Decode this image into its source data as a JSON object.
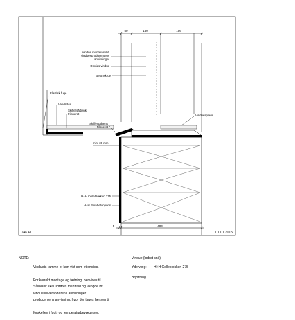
{
  "dimensions_top": [
    "50",
    "150",
    "156"
  ],
  "dimensions_bottom": [
    "5",
    "400"
  ],
  "labels": {
    "window_mounting": [
      "Vindue monteres iht.",
      "vindues­producentens",
      "anvisninger"
    ],
    "window_outline": "Omrids vindue",
    "concrete_screw": "Betonskrue",
    "elastic_joint": "Elastisk fuge",
    "drip_edge": "Vandnäse",
    "slate_felt_left": [
      "Skifferså­lbenk",
      "Filsseret"
    ],
    "window_sill": "Vindues­plade",
    "slate_felt_mid": [
      "Skifferså­lbenk",
      "Filsseret"
    ],
    "min_30": "min. 30 mm",
    "celblock": "H+H Celleblokken 275",
    "porebeton": "H+H Porebetonpuds"
  },
  "corner_left": "J4KA1",
  "corner_right": "01.01.2015",
  "notes": {
    "heading": "NOTE:",
    "para1": [
      "Vinduets ramme er kun vist som et omrids.",
      "For korrekt montage og tætning, henvises til",
      "vinduesleverandørens anvisninger."
    ],
    "para2": [
      "Sålbænk skal udføres med fald og længde iht.",
      "producentens anvisning, hvor der tages hensyn til",
      "forskellen i fugt- og temperaturbevægelser."
    ],
    "right_title": "Vindue (lodret snit)",
    "right_wall_label": "Ydervæg:",
    "right_wall_value": "H+H Celleblokken 275",
    "right_type": "Brystning"
  }
}
